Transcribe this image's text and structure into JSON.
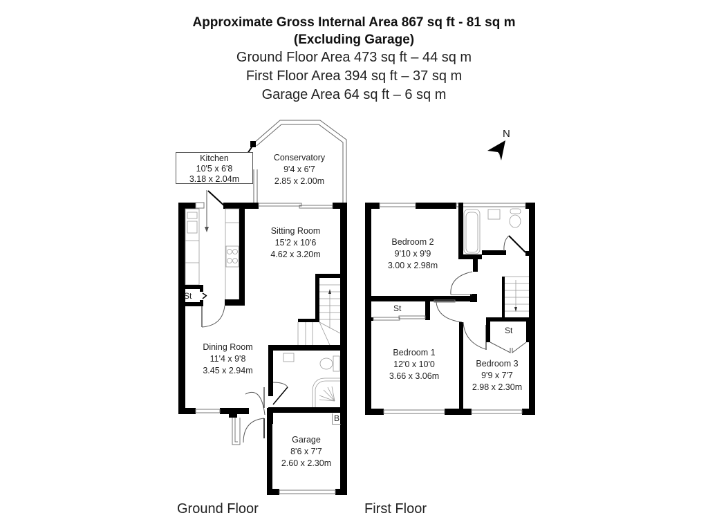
{
  "header": {
    "title": "Approximate Gross Internal Area 867 sq ft - 81 sq m",
    "subtitle": "(Excluding Garage)",
    "ground_floor_area": "Ground Floor Area 473 sq ft – 44 sq m",
    "first_floor_area": "First Floor Area 394 sq ft – 37 sq m",
    "garage_area": "Garage Area 64 sq ft – 6 sq m"
  },
  "compass": {
    "label": "N",
    "icon": "north-arrow-icon"
  },
  "ground_floor": {
    "label": "Ground Floor",
    "rooms": {
      "kitchen": {
        "name": "Kitchen",
        "imperial": "10'5 x 6'8",
        "metric": "3.18 x 2.04m"
      },
      "conservatory": {
        "name": "Conservatory",
        "imperial": "9'4 x 6'7",
        "metric": "2.85 x 2.00m"
      },
      "sitting_room": {
        "name": "Sitting Room",
        "imperial": "15'2 x 10'6",
        "metric": "4.62 x 3.20m"
      },
      "dining_room": {
        "name": "Dining Room",
        "imperial": "11'4 x 9'8",
        "metric": "3.45 x 2.94m"
      },
      "garage": {
        "name": "Garage",
        "imperial": "8'6 x 7'7",
        "metric": "2.60 x 2.30m"
      }
    },
    "storage_label": "St",
    "boiler_label": "B"
  },
  "first_floor": {
    "label": "First Floor",
    "rooms": {
      "bedroom_2": {
        "name": "Bedroom 2",
        "imperial": "9'10 x 9'9",
        "metric": "3.00 x 2.98m"
      },
      "bedroom_1": {
        "name": "Bedroom 1",
        "imperial": "12'0 x 10'0",
        "metric": "3.66 x 3.06m"
      },
      "bedroom_3": {
        "name": "Bedroom 3",
        "imperial": "9'9 x 7'7",
        "metric": "2.98 x 2.30m"
      }
    },
    "storage_label_1": "St",
    "storage_label_2": "St"
  },
  "colors": {
    "wall": "#000000",
    "fixture": "#888888",
    "window": "#9a9a9a",
    "text": "#222222"
  }
}
